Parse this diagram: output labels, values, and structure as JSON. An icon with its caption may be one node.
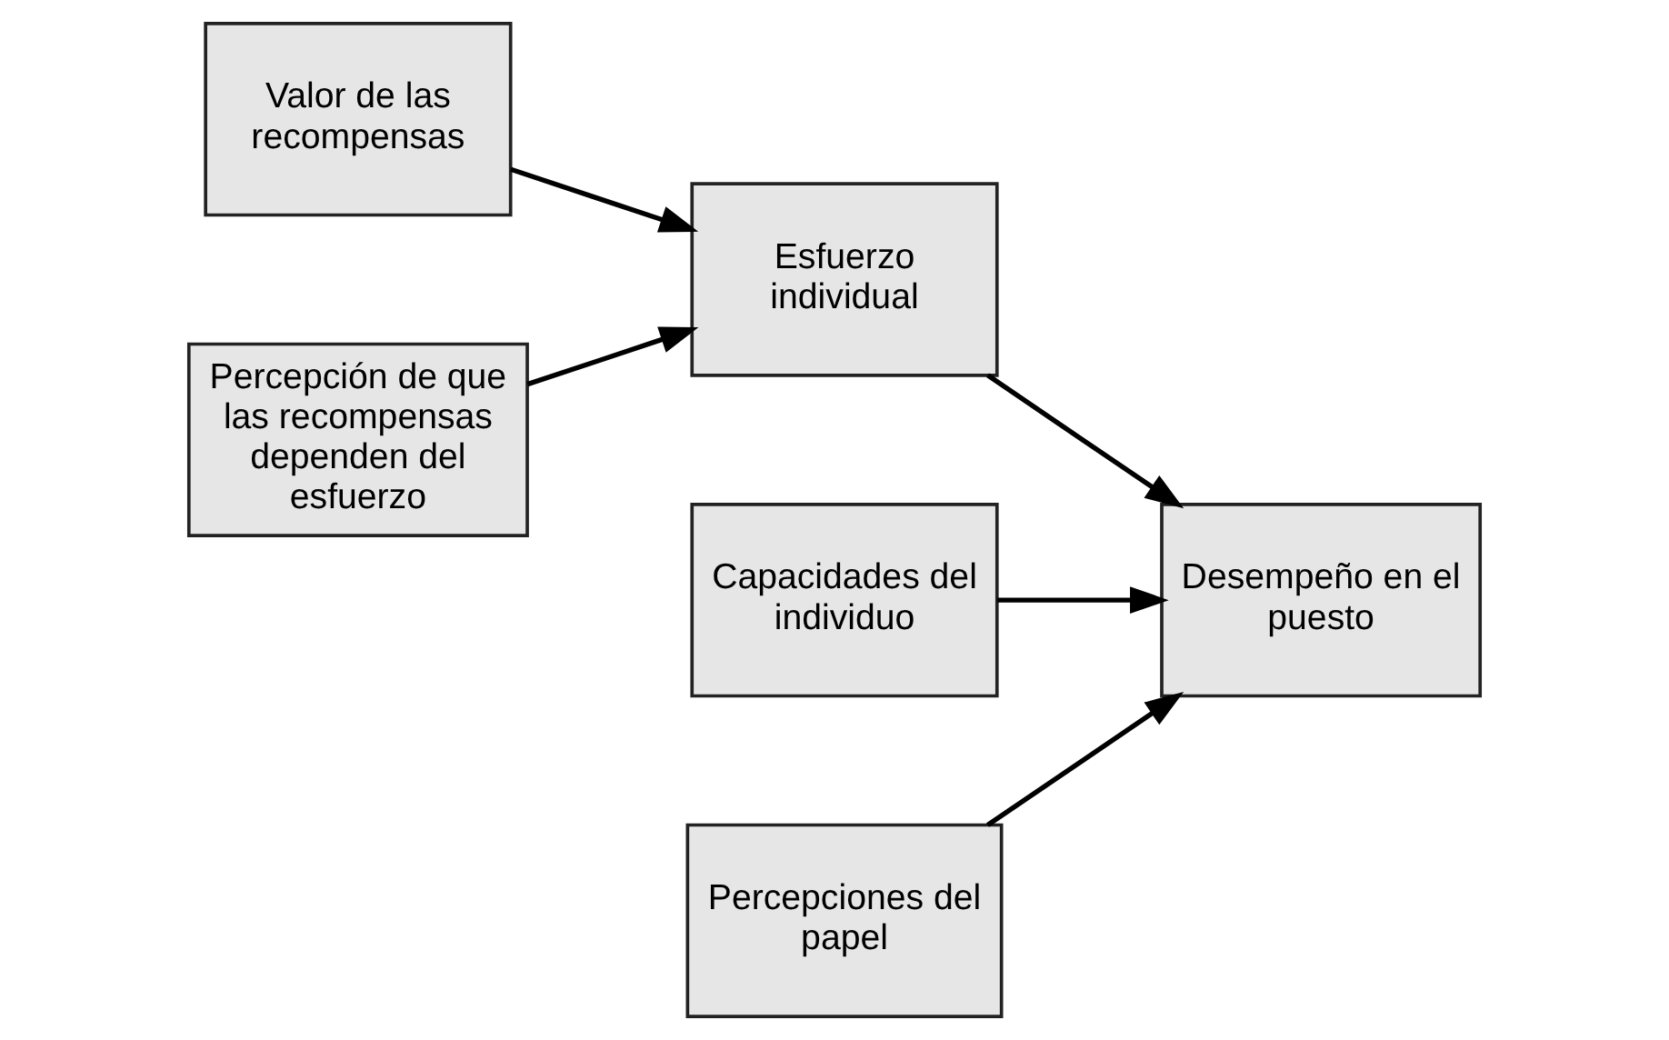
{
  "diagram": {
    "nodes": [
      {
        "text": [
          "Valor de las recompensas"
        ]
      },
      {
        "text": [
          "Capacidades del individuo"
        ]
      },
      {
        "text": [
          "Esfuerzo individual"
        ]
      },
      {
        "text": [
          "Desempeño en el puesto"
        ]
      },
      {
        "text": [
          "Percepción de que las recompensas dependen del esfuerzo"
        ]
      },
      {
        "text": [
          "Percepciones del papel"
        ]
      }
    ],
    "edges": [
      {
        "from": 0,
        "to": 2,
        "arrow": "to"
      },
      {
        "from": 4,
        "to": 2,
        "arrow": "to"
      },
      {
        "from": 2,
        "to": 3,
        "arrow": "to"
      },
      {
        "from": 1,
        "to": 3,
        "arrow": "to"
      },
      {
        "from": 5,
        "to": 3,
        "arrow": "to"
      }
    ]
  }
}
